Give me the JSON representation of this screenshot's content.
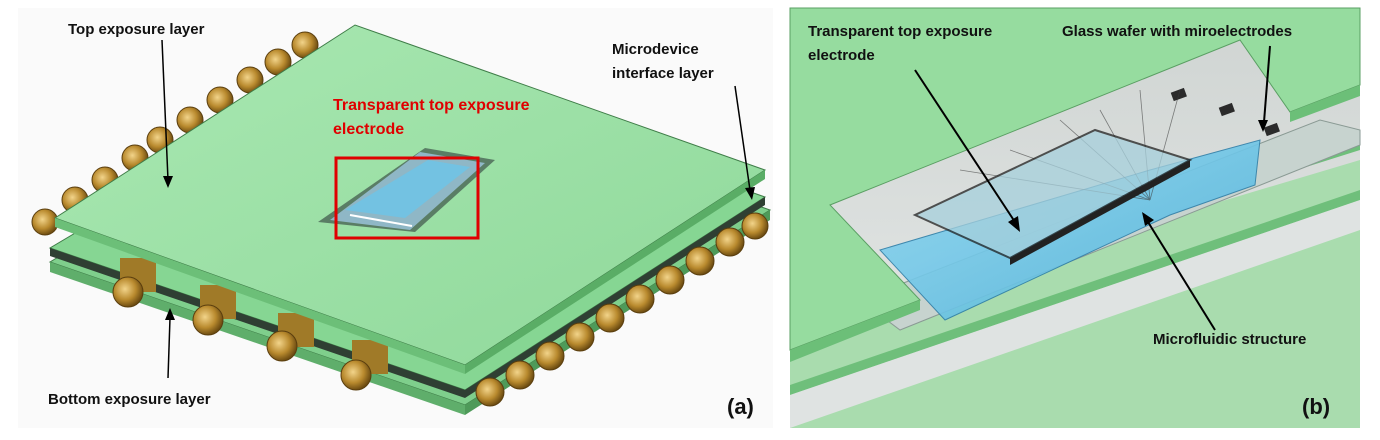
{
  "panel_a": {
    "tag": "(a)",
    "labels": {
      "top_layer": "Top exposure layer",
      "bottom_layer": "Bottom exposure layer",
      "interface_line1": "Microdevice",
      "interface_line2": "interface layer",
      "electrode_line1": "Transparent top exposure",
      "electrode_line2": "electrode"
    },
    "colors": {
      "highlight": "#e00000",
      "board": "#9fe2a8",
      "connector": "#b8923a"
    }
  },
  "panel_b": {
    "tag": "(b)",
    "labels": {
      "electrode_line1": "Transparent top exposure",
      "electrode_line2": "electrode",
      "glass_wafer": "Glass wafer with miroelectrodes",
      "microfluidic": "Microfluidic structure"
    },
    "colors": {
      "fluid": "#6cc4e8",
      "board": "#8fd89a"
    }
  }
}
